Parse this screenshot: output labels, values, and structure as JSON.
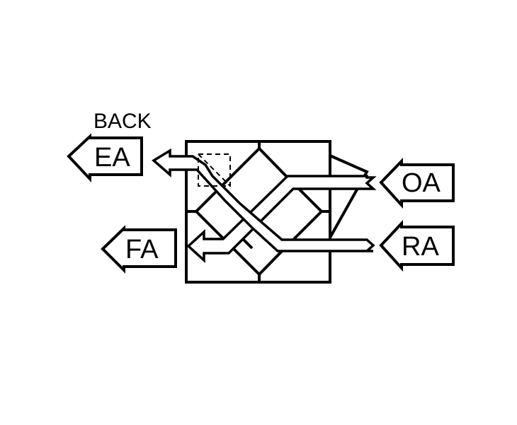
{
  "labels": {
    "back": "BACK",
    "exhaust_air": "EA",
    "fresh_air": "FA",
    "outside_air": "OA",
    "return_air": "RA"
  },
  "colors": {
    "line": "#000000",
    "fill": "#ffffff"
  }
}
